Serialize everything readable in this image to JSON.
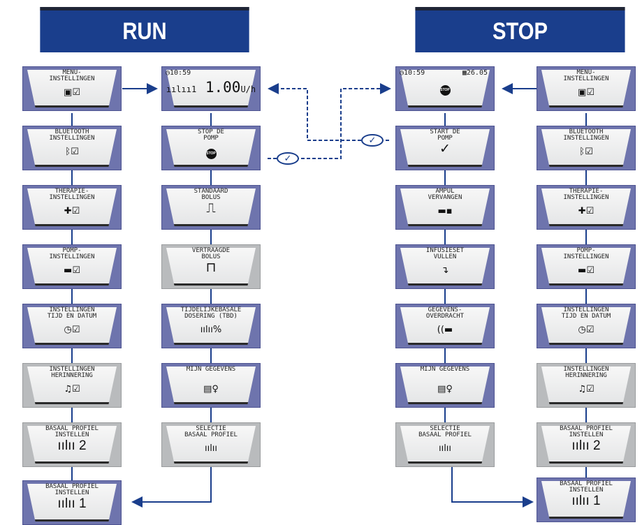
{
  "headers": {
    "run": "RUN",
    "stop": "STOP"
  },
  "run_settings": [
    {
      "label": "MENU-\nINSTELLINGEN",
      "icon": "▣☑"
    },
    {
      "label": "BLUETOOTH\nINSTELLINGEN",
      "icon": "ᛒ☑"
    },
    {
      "label": "THERAPIE-\nINSTELLINGEN",
      "icon": "✚☑"
    },
    {
      "label": "POMP-\nINSTELLINGEN",
      "icon": "▬☑"
    },
    {
      "label": "INSTELLINGEN\nTIJD EN DATUM",
      "icon": "◷☑"
    },
    {
      "label": "INSTELLINGEN\nHERINNERING",
      "icon": "♫☑"
    },
    {
      "label": "BASAAL PROFIEL\nINSTELLEN",
      "icon": "ıılıı 2"
    },
    {
      "label": "BASAAL PROFIEL\nINSTELLEN",
      "icon": "ıılıı 1"
    }
  ],
  "run_main": {
    "home": {
      "time": "◷10:59",
      "rate_icon": "ıılıı1",
      "rate": "1.00",
      "unit": "U/h"
    },
    "items": [
      {
        "label": "STOP DE\nPOMP",
        "icon": "STOP"
      },
      {
        "label": "STANDAARD\nBOLUS",
        "icon": "⎍"
      },
      {
        "label": "VERTRAAGDE\nBOLUS",
        "icon": "⊓"
      },
      {
        "label": "TIJDELIJKEBASALE\nDOSERING (TBD)",
        "icon": "ıılıı%"
      },
      {
        "label": "MIJN GEGEVENS",
        "icon": "▤♀"
      },
      {
        "label": "SELECTIE\nBASAAL PROFIEL",
        "icon": "ıılıı"
      }
    ]
  },
  "stop_main": {
    "home": {
      "time": "◷10:59",
      "date": "▦26.05",
      "stop_icon": "STOP"
    },
    "items": [
      {
        "label": "START DE\nPOMP",
        "icon": "✓"
      },
      {
        "label": "AMPUL\nVERVANGEN",
        "icon": "▬▪"
      },
      {
        "label": "INFUSIESET\nVULLEN",
        "icon": "↴"
      },
      {
        "label": "GEGEVENS-\nOVERDRACHT",
        "icon": "((▬"
      },
      {
        "label": "MIJN GEGEVENS",
        "icon": "▤♀"
      },
      {
        "label": "SELECTIE\nBASAAL PROFIEL",
        "icon": "ıılıı"
      }
    ]
  },
  "stop_settings": [
    {
      "label": "MENU-\nINSTELLINGEN",
      "icon": "▣☑"
    },
    {
      "label": "BLUETOOTH\nINSTELLINGEN",
      "icon": "ᛒ☑"
    },
    {
      "label": "THERAPIE-\nINSTELLINGEN",
      "icon": "✚☑"
    },
    {
      "label": "POMP-\nINSTELLINGEN",
      "icon": "▬☑"
    },
    {
      "label": "INSTELLINGEN\nTIJD EN DATUM",
      "icon": "◷☑"
    },
    {
      "label": "INSTELLINGEN\nHERINNERING",
      "icon": "♫☑"
    },
    {
      "label": "BASAAL PROFIEL\nINSTELLEN",
      "icon": "ıılıı 2"
    },
    {
      "label": "BASAAL PROFIEL\nINSTELLEN",
      "icon": "ıılıı 1"
    }
  ],
  "check_mark": "✓",
  "colors": {
    "header": "#1a3e8c",
    "frame": "#6e74ad",
    "frame_gray": "#b9bbbd",
    "lines": "#1a3e8c"
  }
}
